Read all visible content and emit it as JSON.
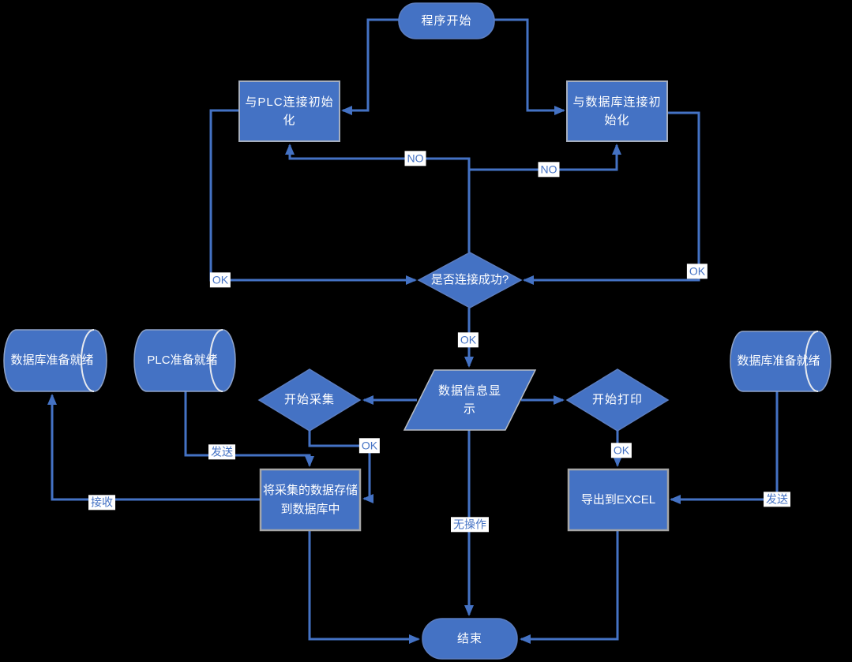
{
  "diagram": {
    "type": "flowchart",
    "background_color": "#000000",
    "shape_fill_color": "#4472C4",
    "connector_color": "#4472C4",
    "shape_text_color": "#ffffff",
    "edge_label_text_color": "#4472C4",
    "edge_label_background_color": "#ffffff"
  },
  "nodes": {
    "start": {
      "label": "程序开始",
      "shape": "stadium"
    },
    "plc_init": {
      "label": "与PLC连接初始化",
      "shape": "rect"
    },
    "db_init": {
      "label": "与数据库连接初始化",
      "shape": "rect"
    },
    "connect_ok": {
      "label": "是否连接成功?",
      "shape": "diamond"
    },
    "db_ready_left": {
      "label": "数据库准备就绪",
      "shape": "cylinder"
    },
    "plc_ready": {
      "label": "PLC准备就绪",
      "shape": "cylinder"
    },
    "display": {
      "label": "数据信息显示",
      "shape": "parallelogram"
    },
    "collect": {
      "label": "开始采集",
      "shape": "diamond"
    },
    "print": {
      "label": "开始打印",
      "shape": "diamond"
    },
    "db_ready_right": {
      "label": "数据库准备就绪",
      "shape": "cylinder"
    },
    "store": {
      "label": "将采集的数据存储到数据库中",
      "shape": "rect"
    },
    "export": {
      "label": "导出到EXCEL",
      "shape": "rect"
    },
    "end": {
      "label": "结束",
      "shape": "stadium"
    }
  },
  "edge_labels": {
    "no_left": "NO",
    "no_right": "NO",
    "ok_left": "OK",
    "ok_right": "OK",
    "ok_mid": "OK",
    "ok_collect": "OK",
    "ok_print": "OK",
    "send_left": "发送",
    "send_right": "发送",
    "receive": "接收",
    "no_op": "无操作"
  },
  "edges": [
    {
      "from": "start",
      "to": "plc_init",
      "label": ""
    },
    {
      "from": "start",
      "to": "db_init",
      "label": ""
    },
    {
      "from": "plc_init",
      "to": "connect_ok",
      "label": "OK"
    },
    {
      "from": "db_init",
      "to": "connect_ok",
      "label": "OK"
    },
    {
      "from": "connect_ok",
      "to": "plc_init",
      "label": "NO"
    },
    {
      "from": "connect_ok",
      "to": "db_init",
      "label": "NO"
    },
    {
      "from": "connect_ok",
      "to": "display",
      "label": "OK"
    },
    {
      "from": "display",
      "to": "collect",
      "label": ""
    },
    {
      "from": "display",
      "to": "print",
      "label": ""
    },
    {
      "from": "display",
      "to": "end",
      "label": "无操作"
    },
    {
      "from": "collect",
      "to": "store",
      "label": "OK"
    },
    {
      "from": "plc_ready",
      "to": "store",
      "label": "发送"
    },
    {
      "from": "store",
      "to": "db_ready_left",
      "label": "接收"
    },
    {
      "from": "print",
      "to": "export",
      "label": "OK"
    },
    {
      "from": "db_ready_right",
      "to": "export",
      "label": "发送"
    },
    {
      "from": "store",
      "to": "end",
      "label": ""
    },
    {
      "from": "export",
      "to": "end",
      "label": ""
    }
  ]
}
